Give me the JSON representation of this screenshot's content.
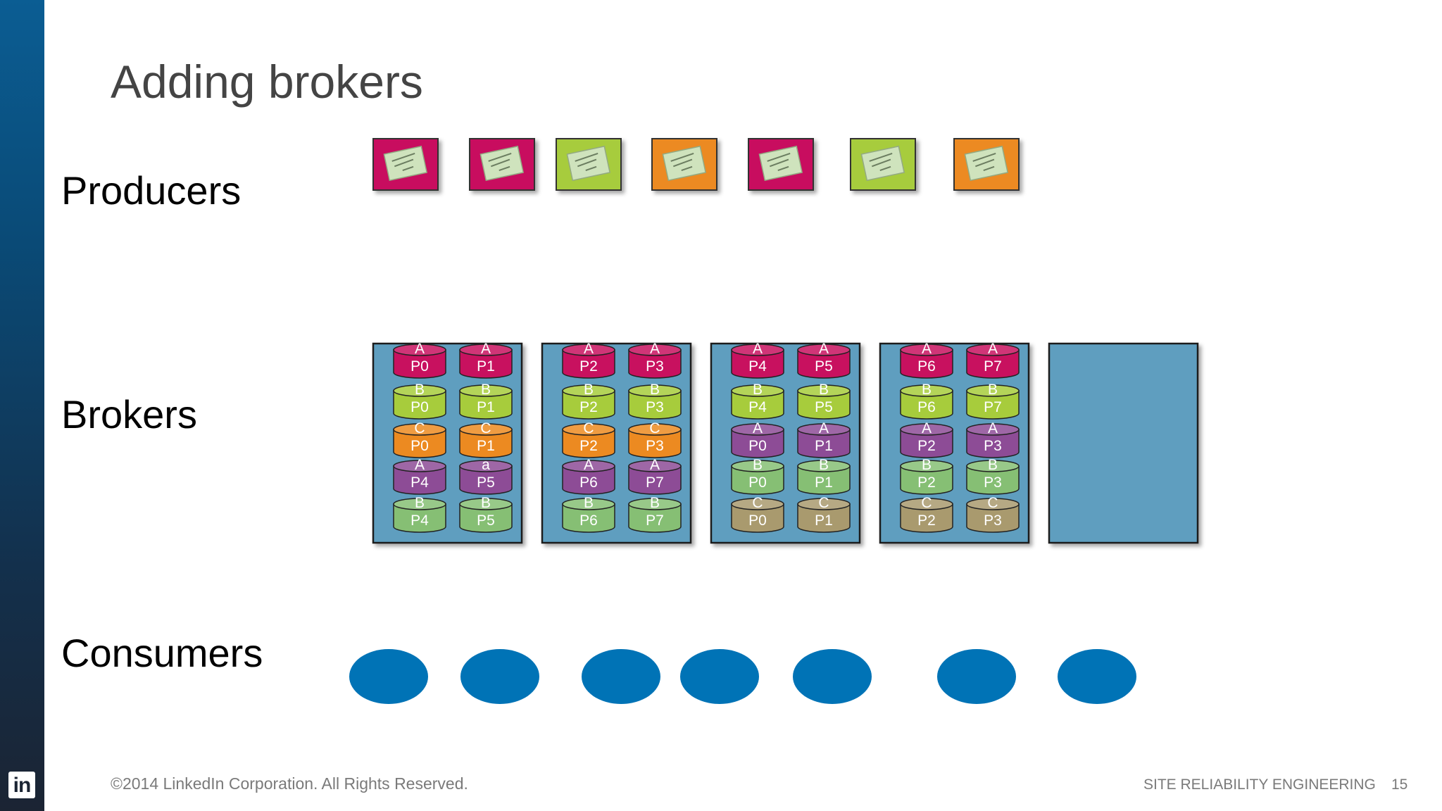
{
  "title": "Adding brokers",
  "labels": {
    "producers": "Producers",
    "brokers": "Brokers",
    "consumers": "Consumers"
  },
  "footer": {
    "copyright": "©2014 LinkedIn Corporation. All Rights Reserved.",
    "section": "SITE RELIABILITY ENGINEERING",
    "page": "15",
    "logo": "in"
  },
  "colors": {
    "magenta": "#c8115f",
    "lime": "#a7cc3c",
    "orange": "#ec8a21",
    "purple": "#8d4c96",
    "green": "#86bf74",
    "tan": "#a99a6e",
    "broker_bg": "#5f9ebf",
    "consumer": "#0073b6"
  },
  "producers": [
    {
      "color": "magenta"
    },
    {
      "color": "magenta"
    },
    {
      "color": "lime"
    },
    {
      "color": "orange"
    },
    {
      "color": "magenta"
    },
    {
      "color": "lime"
    },
    {
      "color": "orange"
    }
  ],
  "brokers": [
    {
      "partitions": [
        [
          {
            "l1": "A",
            "l2": "P0",
            "color": "magenta"
          },
          {
            "l1": "A",
            "l2": "P1",
            "color": "magenta"
          }
        ],
        [
          {
            "l1": "B",
            "l2": "P0",
            "color": "lime"
          },
          {
            "l1": "B",
            "l2": "P1",
            "color": "lime"
          }
        ],
        [
          {
            "l1": "C",
            "l2": "P0",
            "color": "orange"
          },
          {
            "l1": "C",
            "l2": "P1",
            "color": "orange"
          }
        ],
        [
          {
            "l1": "A",
            "l2": "P4",
            "color": "purple"
          },
          {
            "l1": "a",
            "l2": "P5",
            "color": "purple"
          }
        ],
        [
          {
            "l1": "B",
            "l2": "P4",
            "color": "green"
          },
          {
            "l1": "B",
            "l2": "P5",
            "color": "green"
          }
        ]
      ]
    },
    {
      "partitions": [
        [
          {
            "l1": "A",
            "l2": "P2",
            "color": "magenta"
          },
          {
            "l1": "A",
            "l2": "P3",
            "color": "magenta"
          }
        ],
        [
          {
            "l1": "B",
            "l2": "P2",
            "color": "lime"
          },
          {
            "l1": "B",
            "l2": "P3",
            "color": "lime"
          }
        ],
        [
          {
            "l1": "C",
            "l2": "P2",
            "color": "orange"
          },
          {
            "l1": "C",
            "l2": "P3",
            "color": "orange"
          }
        ],
        [
          {
            "l1": "A",
            "l2": "P6",
            "color": "purple"
          },
          {
            "l1": "A",
            "l2": "P7",
            "color": "purple"
          }
        ],
        [
          {
            "l1": "B",
            "l2": "P6",
            "color": "green"
          },
          {
            "l1": "B",
            "l2": "P7",
            "color": "green"
          }
        ]
      ]
    },
    {
      "partitions": [
        [
          {
            "l1": "A",
            "l2": "P4",
            "color": "magenta"
          },
          {
            "l1": "A",
            "l2": "P5",
            "color": "magenta"
          }
        ],
        [
          {
            "l1": "B",
            "l2": "P4",
            "color": "lime"
          },
          {
            "l1": "B",
            "l2": "P5",
            "color": "lime"
          }
        ],
        [
          {
            "l1": "A",
            "l2": "P0",
            "color": "purple"
          },
          {
            "l1": "A",
            "l2": "P1",
            "color": "purple"
          }
        ],
        [
          {
            "l1": "B",
            "l2": "P0",
            "color": "green"
          },
          {
            "l1": "B",
            "l2": "P1",
            "color": "green"
          }
        ],
        [
          {
            "l1": "C",
            "l2": "P0",
            "color": "tan"
          },
          {
            "l1": "C",
            "l2": "P1",
            "color": "tan"
          }
        ]
      ]
    },
    {
      "partitions": [
        [
          {
            "l1": "A",
            "l2": "P6",
            "color": "magenta"
          },
          {
            "l1": "A",
            "l2": "P7",
            "color": "magenta"
          }
        ],
        [
          {
            "l1": "B",
            "l2": "P6",
            "color": "lime"
          },
          {
            "l1": "B",
            "l2": "P7",
            "color": "lime"
          }
        ],
        [
          {
            "l1": "A",
            "l2": "P2",
            "color": "purple"
          },
          {
            "l1": "A",
            "l2": "P3",
            "color": "purple"
          }
        ],
        [
          {
            "l1": "B",
            "l2": "P2",
            "color": "green"
          },
          {
            "l1": "B",
            "l2": "P3",
            "color": "green"
          }
        ],
        [
          {
            "l1": "C",
            "l2": "P2",
            "color": "tan"
          },
          {
            "l1": "C",
            "l2": "P3",
            "color": "tan"
          }
        ]
      ]
    },
    {
      "partitions": []
    }
  ],
  "consumers_count": 7
}
